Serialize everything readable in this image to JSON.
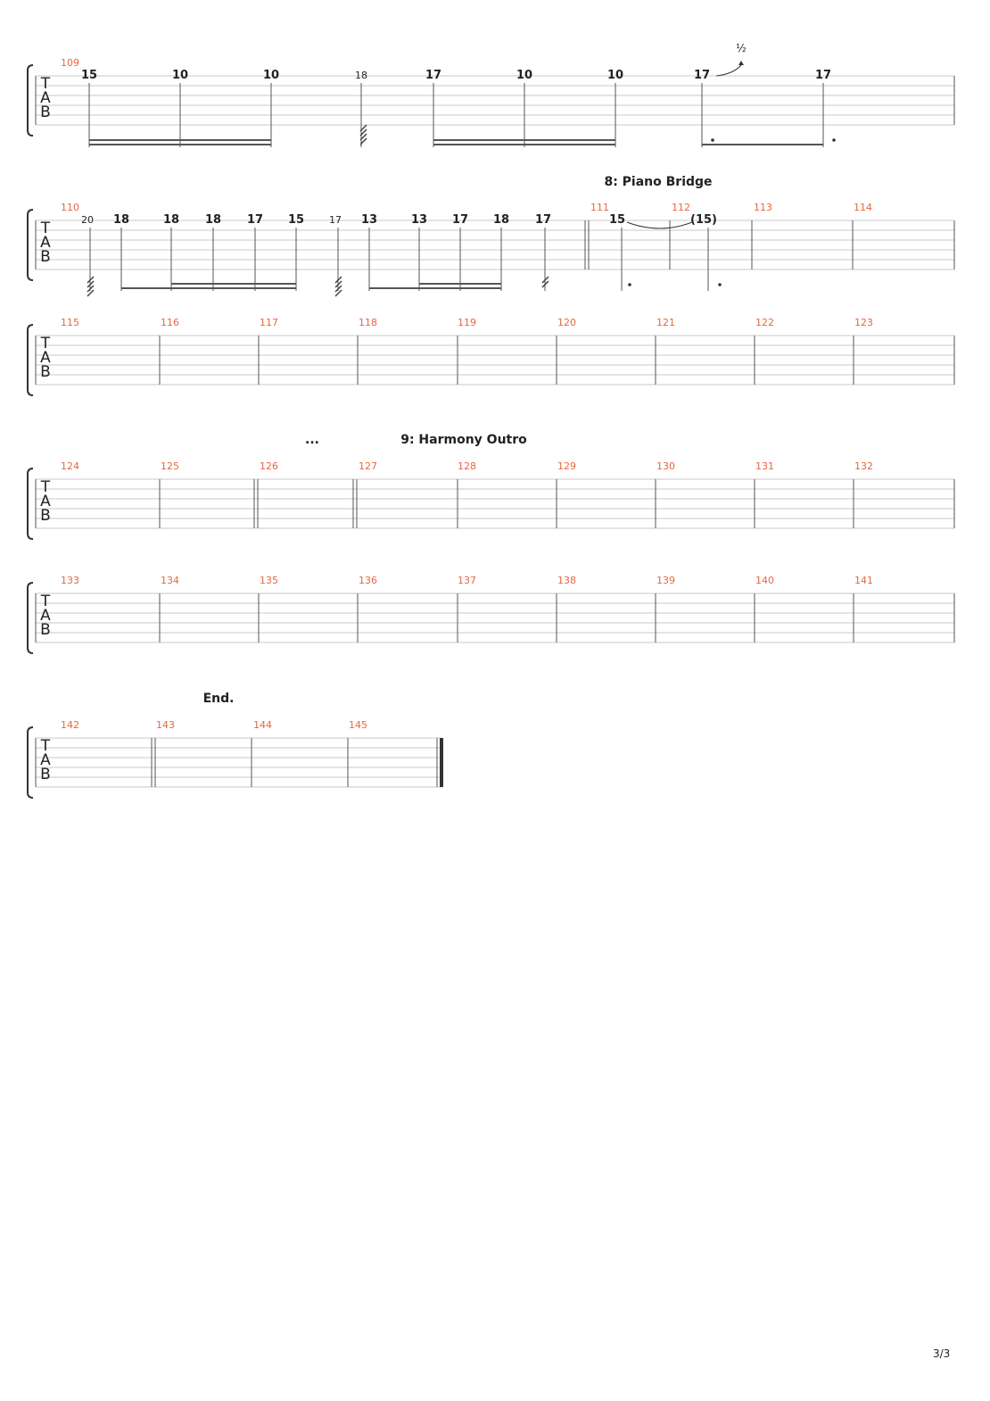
{
  "colors": {
    "measure_number": "#e8663d",
    "staff_line": "#c9c9c9",
    "text": "#222222",
    "barline": "#555555"
  },
  "clef": [
    "T",
    "A",
    "B"
  ],
  "page_number": "3/3",
  "systems": [
    {
      "id": "s1",
      "measures": [
        "109"
      ],
      "annotations": [],
      "bend_label": "½",
      "notes": [
        "15",
        "10",
        "10",
        "18",
        "17",
        "10",
        "10",
        "17",
        "17"
      ]
    },
    {
      "id": "s2",
      "measures": [
        "110",
        "111",
        "112",
        "113",
        "114"
      ],
      "annotations": [
        "8: Piano Bridge"
      ],
      "notes": [
        "20",
        "18",
        "18",
        "18",
        "17",
        "15",
        "17",
        "13",
        "13",
        "17",
        "18",
        "17",
        "15",
        "(15)"
      ]
    },
    {
      "id": "s3",
      "measures": [
        "115",
        "116",
        "117",
        "118",
        "119",
        "120",
        "121",
        "122",
        "123"
      ],
      "annotations": []
    },
    {
      "id": "s4",
      "measures": [
        "124",
        "125",
        "126",
        "127",
        "128",
        "129",
        "130",
        "131",
        "132"
      ],
      "annotations": [
        "...",
        "9: Harmony Outro"
      ]
    },
    {
      "id": "s5",
      "measures": [
        "133",
        "134",
        "135",
        "136",
        "137",
        "138",
        "139",
        "140",
        "141"
      ],
      "annotations": []
    },
    {
      "id": "s6",
      "measures": [
        "142",
        "143",
        "144",
        "145"
      ],
      "annotations": [
        "End."
      ]
    }
  ]
}
